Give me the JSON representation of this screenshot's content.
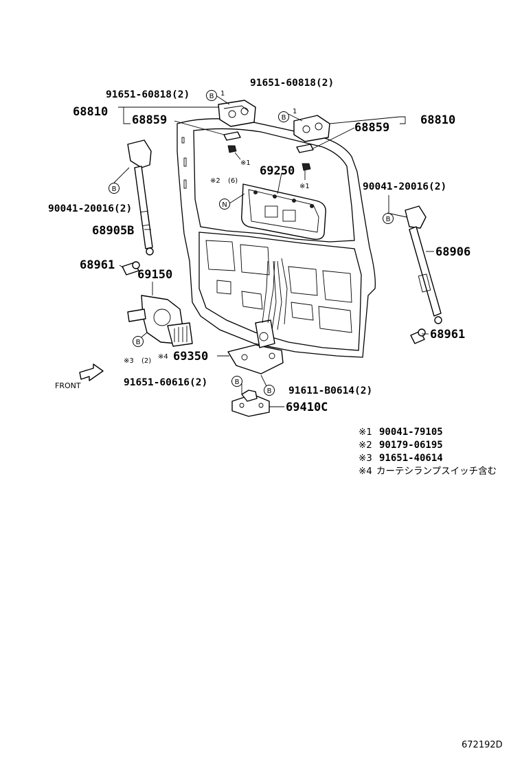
{
  "labels": {
    "bolt_tl": "91651-60818(2)",
    "bolt_tr": "91651-60818(2)",
    "hinge_l": "68810",
    "hinge_r": "68810",
    "pad_l": "68859",
    "pad_r": "68859",
    "latch_cover": "69250",
    "clip_l": "90041-20016(2)",
    "clip_r": "90041-20016(2)",
    "strut_l": "68905B",
    "strut_r": "68906",
    "ball_l": "68961",
    "ball_r": "68961",
    "lock": "69150",
    "lock_ctrl": "69350",
    "bolt_lower": "91651-60616(2)",
    "bolt_latch": "91611-B0614(2)",
    "striker": "69410C",
    "front": "FRONT",
    "code": "672192D"
  },
  "marks": {
    "note1": "※1",
    "note1b": "※1",
    "note2": "※2",
    "note2_qty": "(6)",
    "note3": "※3",
    "note3_qty": "(2)",
    "note4": "※4",
    "circle_b": "B",
    "circle_n": "N"
  },
  "legend": [
    {
      "mark": "※1",
      "text": "90041-79105"
    },
    {
      "mark": "※2",
      "text": "90179-06195"
    },
    {
      "mark": "※3",
      "text": "91651-40614"
    },
    {
      "mark": "※4",
      "text": "カーテシランプスイッチ含む"
    }
  ]
}
